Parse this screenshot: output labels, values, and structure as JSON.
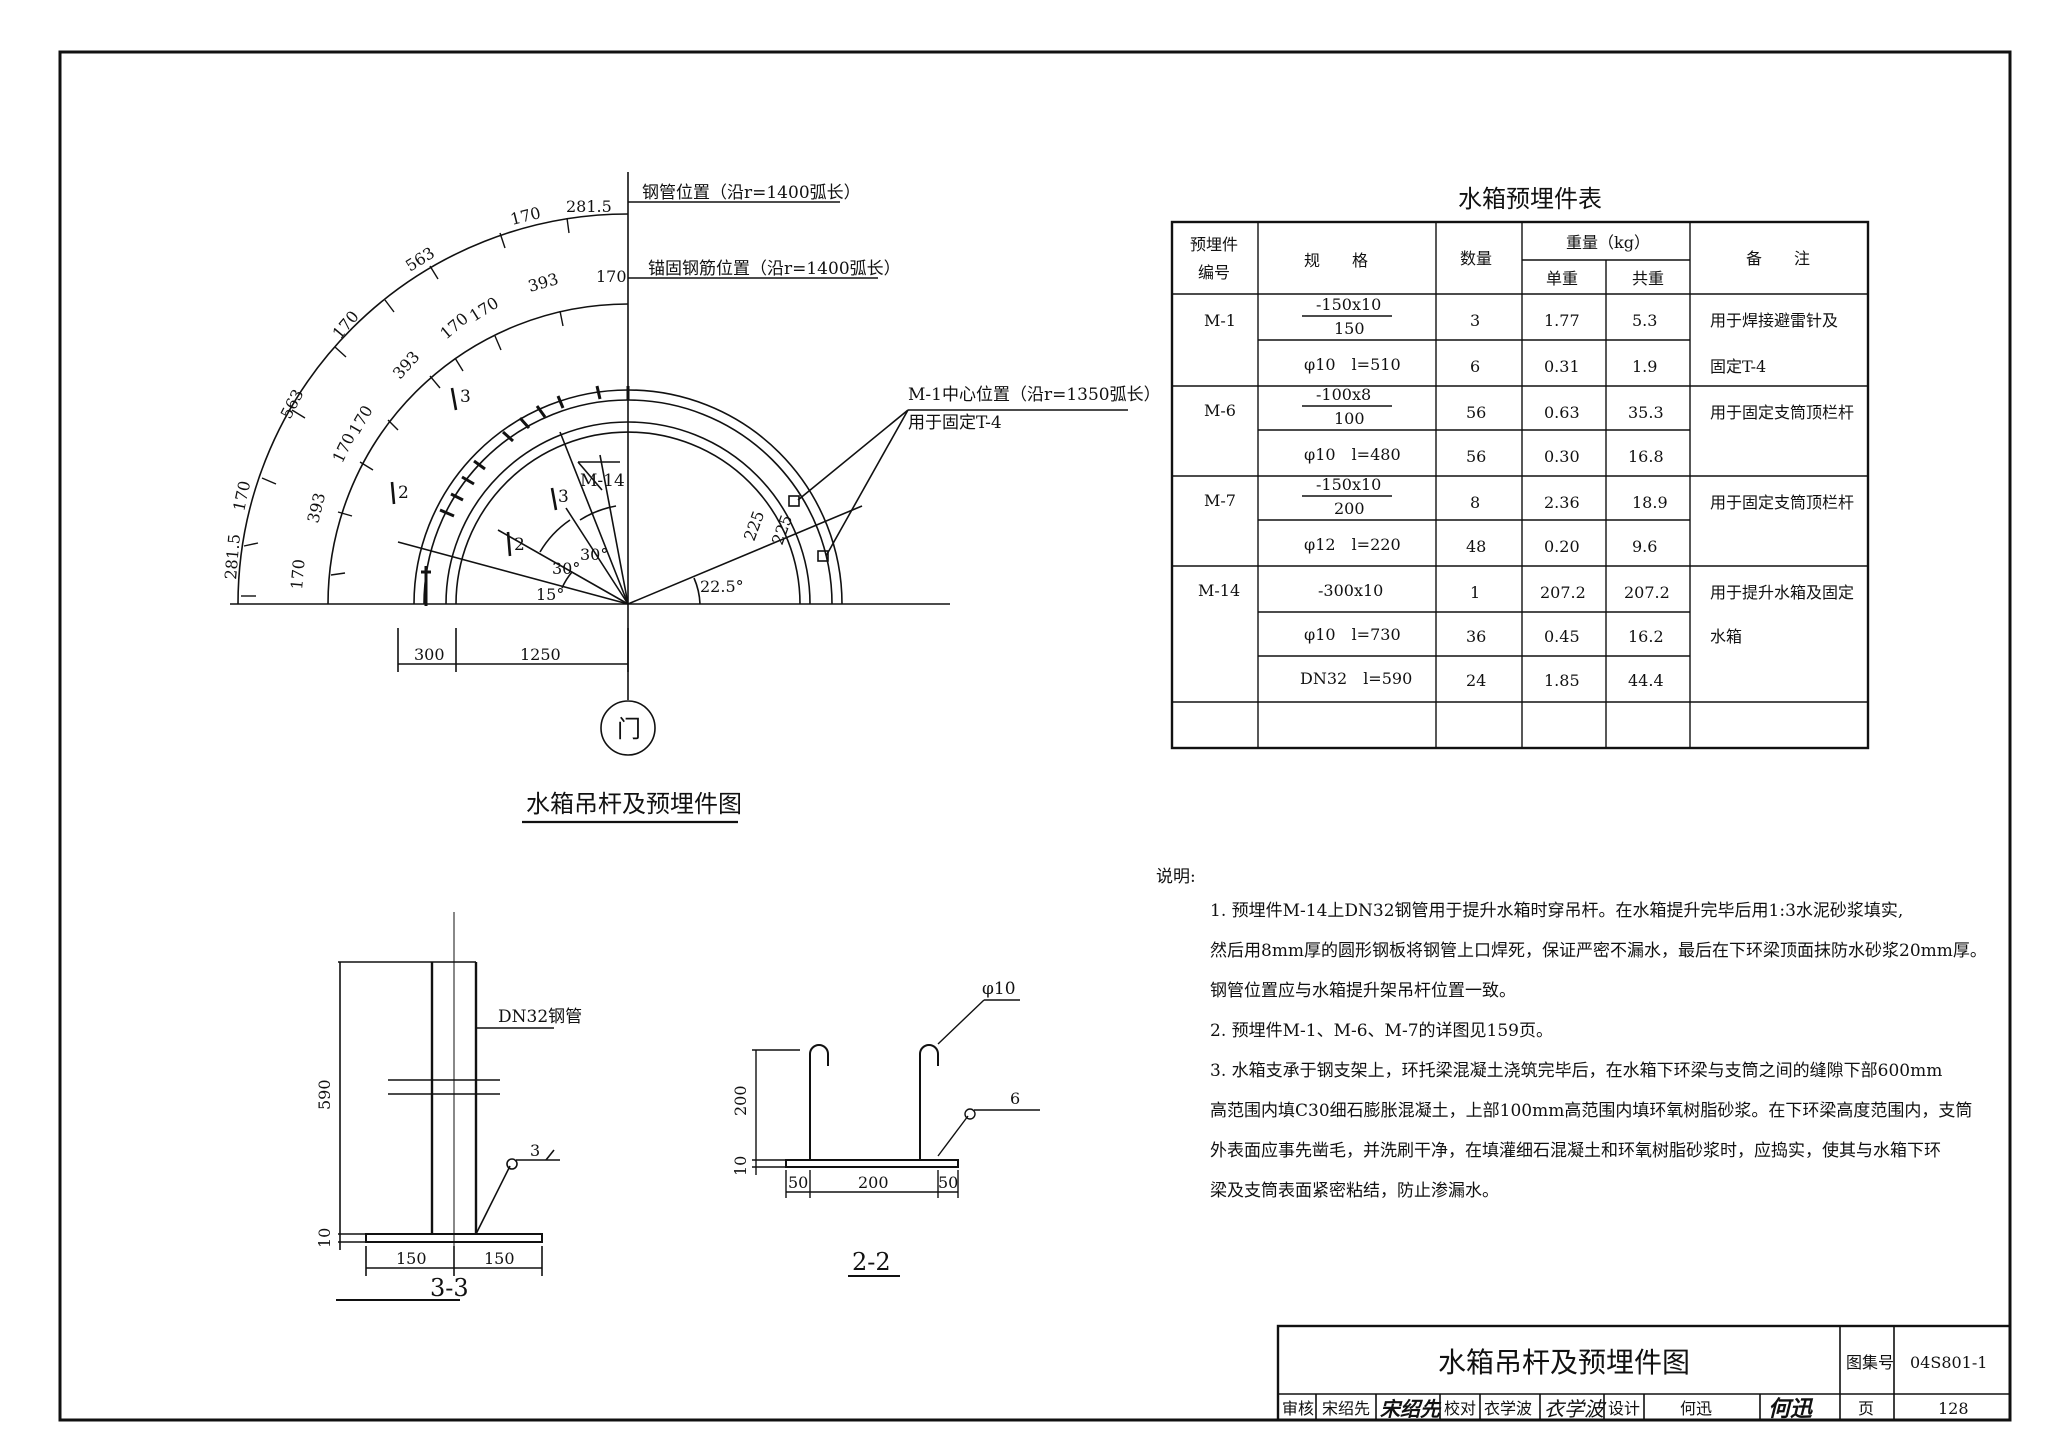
{
  "plan": {
    "title": "水箱吊杆及预埋件图",
    "labels": {
      "pipe_position": "钢管位置（沿r=1400弧长）",
      "anchor_position": "锚固钢筋位置（沿r=1400弧长）",
      "m1_center": "M-1中心位置（沿r=1350弧长）",
      "m1_use": "用于固定T-4",
      "m14": "M-14",
      "door": "门"
    },
    "outer_arc_dims": [
      "281.5",
      "170",
      "563",
      "170",
      "563",
      "170",
      "281.5"
    ],
    "inner_arc_dims": [
      "170",
      "393",
      "170",
      "170",
      "393",
      "170",
      "170",
      "393",
      "170"
    ],
    "angles": [
      "30°",
      "30°",
      "15°",
      "22.5°"
    ],
    "small_dims": [
      "225",
      "225"
    ],
    "bottom_dims": [
      "300",
      "1250"
    ],
    "section_marks": [
      "3",
      "2",
      "3",
      "2"
    ]
  },
  "table": {
    "title": "水箱预埋件表",
    "headers": {
      "code": "预埋件编号",
      "code_l1": "预埋件",
      "code_l2": "编号",
      "spec": "规　　格",
      "qty": "数量",
      "weight": "重量（kg）",
      "unit": "单重",
      "total": "共重",
      "remark": "备　　注"
    },
    "rows": [
      {
        "code": "M-1",
        "spec_top": "-150x10",
        "spec_bot": "150",
        "qty": "3",
        "unit": "1.77",
        "total": "5.3",
        "remark": "用于焊接避雷针及"
      },
      {
        "code": "",
        "spec": "φ10　l=510",
        "qty": "6",
        "unit": "0.31",
        "total": "1.9",
        "remark": "固定T-4"
      },
      {
        "code": "M-6",
        "spec_top": "-100x8",
        "spec_bot": "100",
        "qty": "56",
        "unit": "0.63",
        "total": "35.3",
        "remark": "用于固定支筒顶栏杆"
      },
      {
        "code": "",
        "spec": "φ10　l=480",
        "qty": "56",
        "unit": "0.30",
        "total": "16.8",
        "remark": ""
      },
      {
        "code": "M-7",
        "spec_top": "-150x10",
        "spec_bot": "200",
        "qty": "8",
        "unit": "2.36",
        "total": "18.9",
        "remark": "用于固定支筒顶栏杆"
      },
      {
        "code": "",
        "spec": "φ12　l=220",
        "qty": "48",
        "unit": "0.20",
        "total": "9.6",
        "remark": ""
      },
      {
        "code": "M-14",
        "spec": "-300x10",
        "qty": "1",
        "unit": "207.2",
        "total": "207.2",
        "remark": "用于提升水箱及固定"
      },
      {
        "code": "",
        "spec": "φ10　l=730",
        "qty": "36",
        "unit": "0.45",
        "total": "16.2",
        "remark": "水箱"
      },
      {
        "code": "",
        "spec": "DN32　l=590",
        "qty": "24",
        "unit": "1.85",
        "total": "44.4",
        "remark": ""
      },
      {
        "code": "",
        "spec": "",
        "qty": "",
        "unit": "",
        "total": "",
        "remark": ""
      }
    ]
  },
  "notes": {
    "heading": "说明:",
    "lines": [
      "1. 预埋件M-14上DN32钢管用于提升水箱时穿吊杆。在水箱提升完毕后用1:3水泥砂浆填实,",
      "然后用8mm厚的圆形钢板将钢管上口焊死，保证严密不漏水，最后在下环梁顶面抹防水砂浆20mm厚。",
      "钢管位置应与水箱提升架吊杆位置一致。",
      "2. 预埋件M-1、M-6、M-7的详图见159页。",
      "3. 水箱支承于钢支架上，环托梁混凝土浇筑完毕后，在水箱下环梁与支筒之间的缝隙下部600mm",
      "高范围内填C30细石膨胀混凝土，上部100mm高范围内填环氧树脂砂浆。在下环梁高度范围内，支筒",
      "外表面应事先凿毛，并洗刷干净，在填灌细石混凝土和环氧树脂砂浆时，应捣实，使其与水箱下环",
      "梁及支筒表面紧密粘结，防止渗漏水。"
    ]
  },
  "section33": {
    "title": "3-3",
    "pipe_label": "DN32钢管",
    "dim_height": "590",
    "dim_bottom": "10",
    "dim_left": "150",
    "dim_right": "150",
    "weld": "3"
  },
  "section22": {
    "title": "2-2",
    "bar_label": "φ10",
    "dim_height": "200",
    "dim_bottom": "10",
    "dim_left": "50",
    "dim_mid": "200",
    "dim_right": "50",
    "weld": "6"
  },
  "titleblock": {
    "title": "水箱吊杆及预埋件图",
    "atlas_label": "图集号",
    "atlas_no": "04S801-1",
    "review_label": "审核",
    "reviewer": "宋绍先",
    "review_sign": "宋绍先",
    "check_label": "校对",
    "checker": "衣学波",
    "check_sign": "衣学波",
    "design_label": "设计",
    "designer": "何迅",
    "design_sign": "何迅",
    "page_label": "页",
    "page_no": "128"
  }
}
